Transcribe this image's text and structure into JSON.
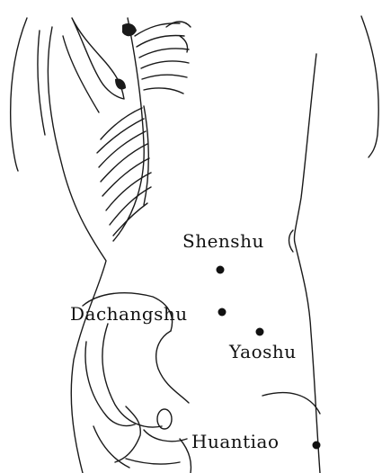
{
  "figure": {
    "ink_color": "#1a1a1a",
    "background": "#ffffff"
  },
  "acupoints": [
    {
      "id": "shenshu",
      "label": "Shenshu"
    },
    {
      "id": "dachangshu",
      "label": "Dachangshu"
    },
    {
      "id": "yaoshu",
      "label": "Yaoshu"
    },
    {
      "id": "huantiao",
      "label": "Huantiao"
    }
  ]
}
